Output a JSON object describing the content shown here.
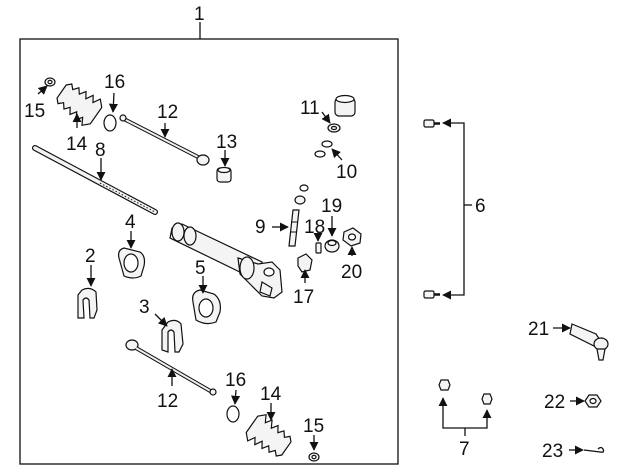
{
  "callouts": {
    "c1": "1",
    "c2": "2",
    "c3": "3",
    "c4": "4",
    "c5": "5",
    "c6": "6",
    "c7": "7",
    "c8": "8",
    "c9": "9",
    "c10": "10",
    "c11": "11",
    "c12a": "12",
    "c12b": "12",
    "c13": "13",
    "c14a": "14",
    "c14b": "14",
    "c15a": "15",
    "c15b": "15",
    "c16a": "16",
    "c16b": "16",
    "c17": "17",
    "c18": "18",
    "c19": "19",
    "c20": "20",
    "c21": "21",
    "c22": "22",
    "c23": "23"
  }
}
